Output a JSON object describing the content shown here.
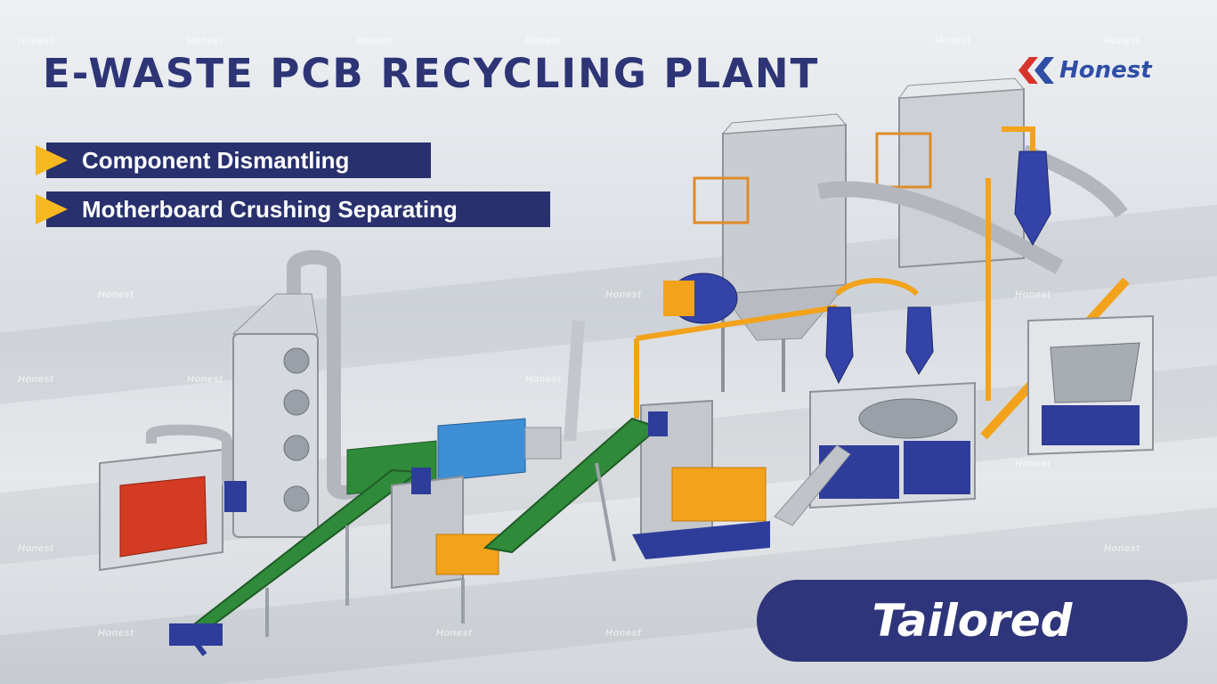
{
  "title": "E-WASTE PCB RECYCLING PLANT",
  "brand": {
    "name": "Honest",
    "color": "#2f4ea6",
    "mark_color": "#d8332a"
  },
  "features": [
    {
      "label": "Component Dismantling"
    },
    {
      "label": "Motherboard Crushing Separating"
    }
  ],
  "badge": {
    "label": "Tailored"
  },
  "watermark": "Honest",
  "colors": {
    "navy": "#28306d",
    "accent_yellow": "#f6b81e",
    "conveyor_green": "#2f8a3a",
    "machine_orange": "#f2a21b",
    "machine_blue": "#2e3c9a"
  },
  "illustration": "e-waste pcb recycling plant machinery"
}
